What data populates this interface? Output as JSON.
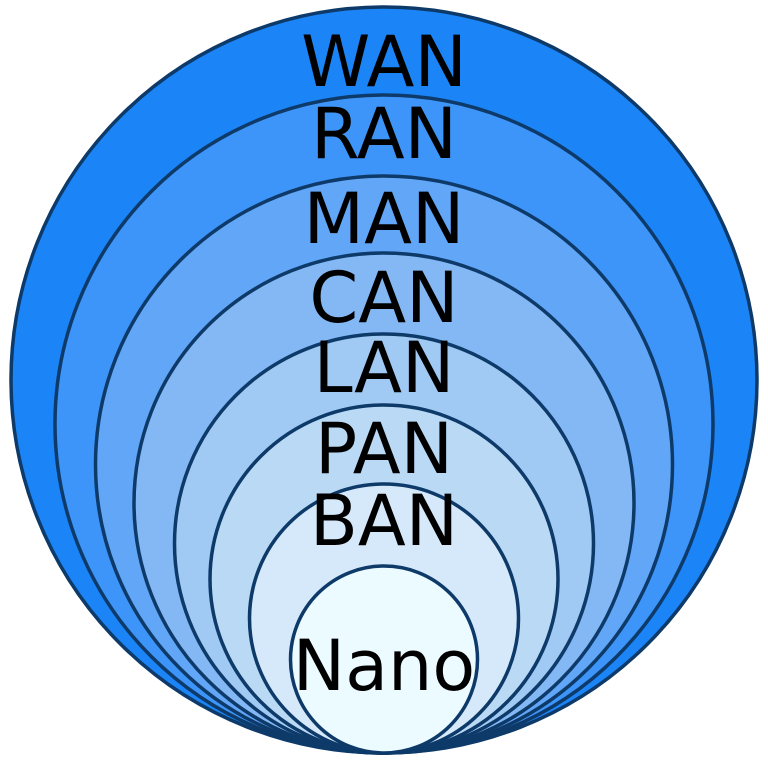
{
  "diagram": {
    "description": "Nested network scope diagram",
    "background_color": "#ffffff",
    "stroke_color": "#0d3a69",
    "text_color": "#000000",
    "rings": [
      {
        "label": "WAN",
        "color": "#1b85f8"
      },
      {
        "label": "RAN",
        "color": "#3e95f9"
      },
      {
        "label": "MAN",
        "color": "#62a6f7"
      },
      {
        "label": "CAN",
        "color": "#84b8f5"
      },
      {
        "label": "LAN",
        "color": "#a0c9f3"
      },
      {
        "label": "PAN",
        "color": "#bad9f5"
      },
      {
        "label": "BAN",
        "color": "#d6e9fa"
      },
      {
        "label": "Nano",
        "color": "#ecfbff"
      }
    ]
  }
}
